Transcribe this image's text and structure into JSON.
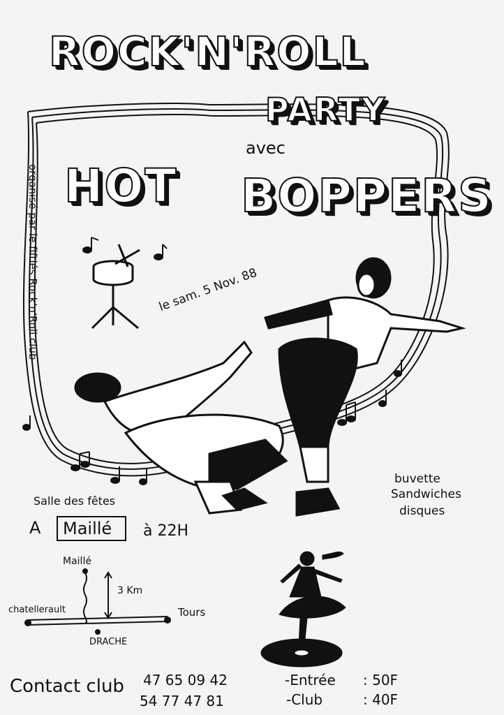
{
  "poster": {
    "title_line1": "ROCK'N'ROLL",
    "title_line2": "PARTY",
    "avec": "avec",
    "band_word1": "HOT",
    "band_word2": "BOPPERS",
    "side_text": "organisé par le fiftiés Rock'n'Roll club",
    "date": "le sam. 5 Nov. 88",
    "venue": "Salle des fêtes",
    "town_prefix": "A",
    "town": "Maillé",
    "time": "à 22H",
    "extras": [
      "buvette",
      "Sandwiches",
      "disques"
    ]
  },
  "map": {
    "town_top": "Maillé",
    "distance": "3 Km",
    "west": "chatellerault",
    "east": "Tours",
    "crossing": "DRACHE"
  },
  "contact": {
    "label": "Contact club",
    "phone1": "47 65 09 42",
    "phone2": "54 77 47 81"
  },
  "prices": {
    "entree_label": "-Entrée",
    "entree_value": ": 50F",
    "club_label": "-Club",
    "club_value": ": 40F"
  }
}
